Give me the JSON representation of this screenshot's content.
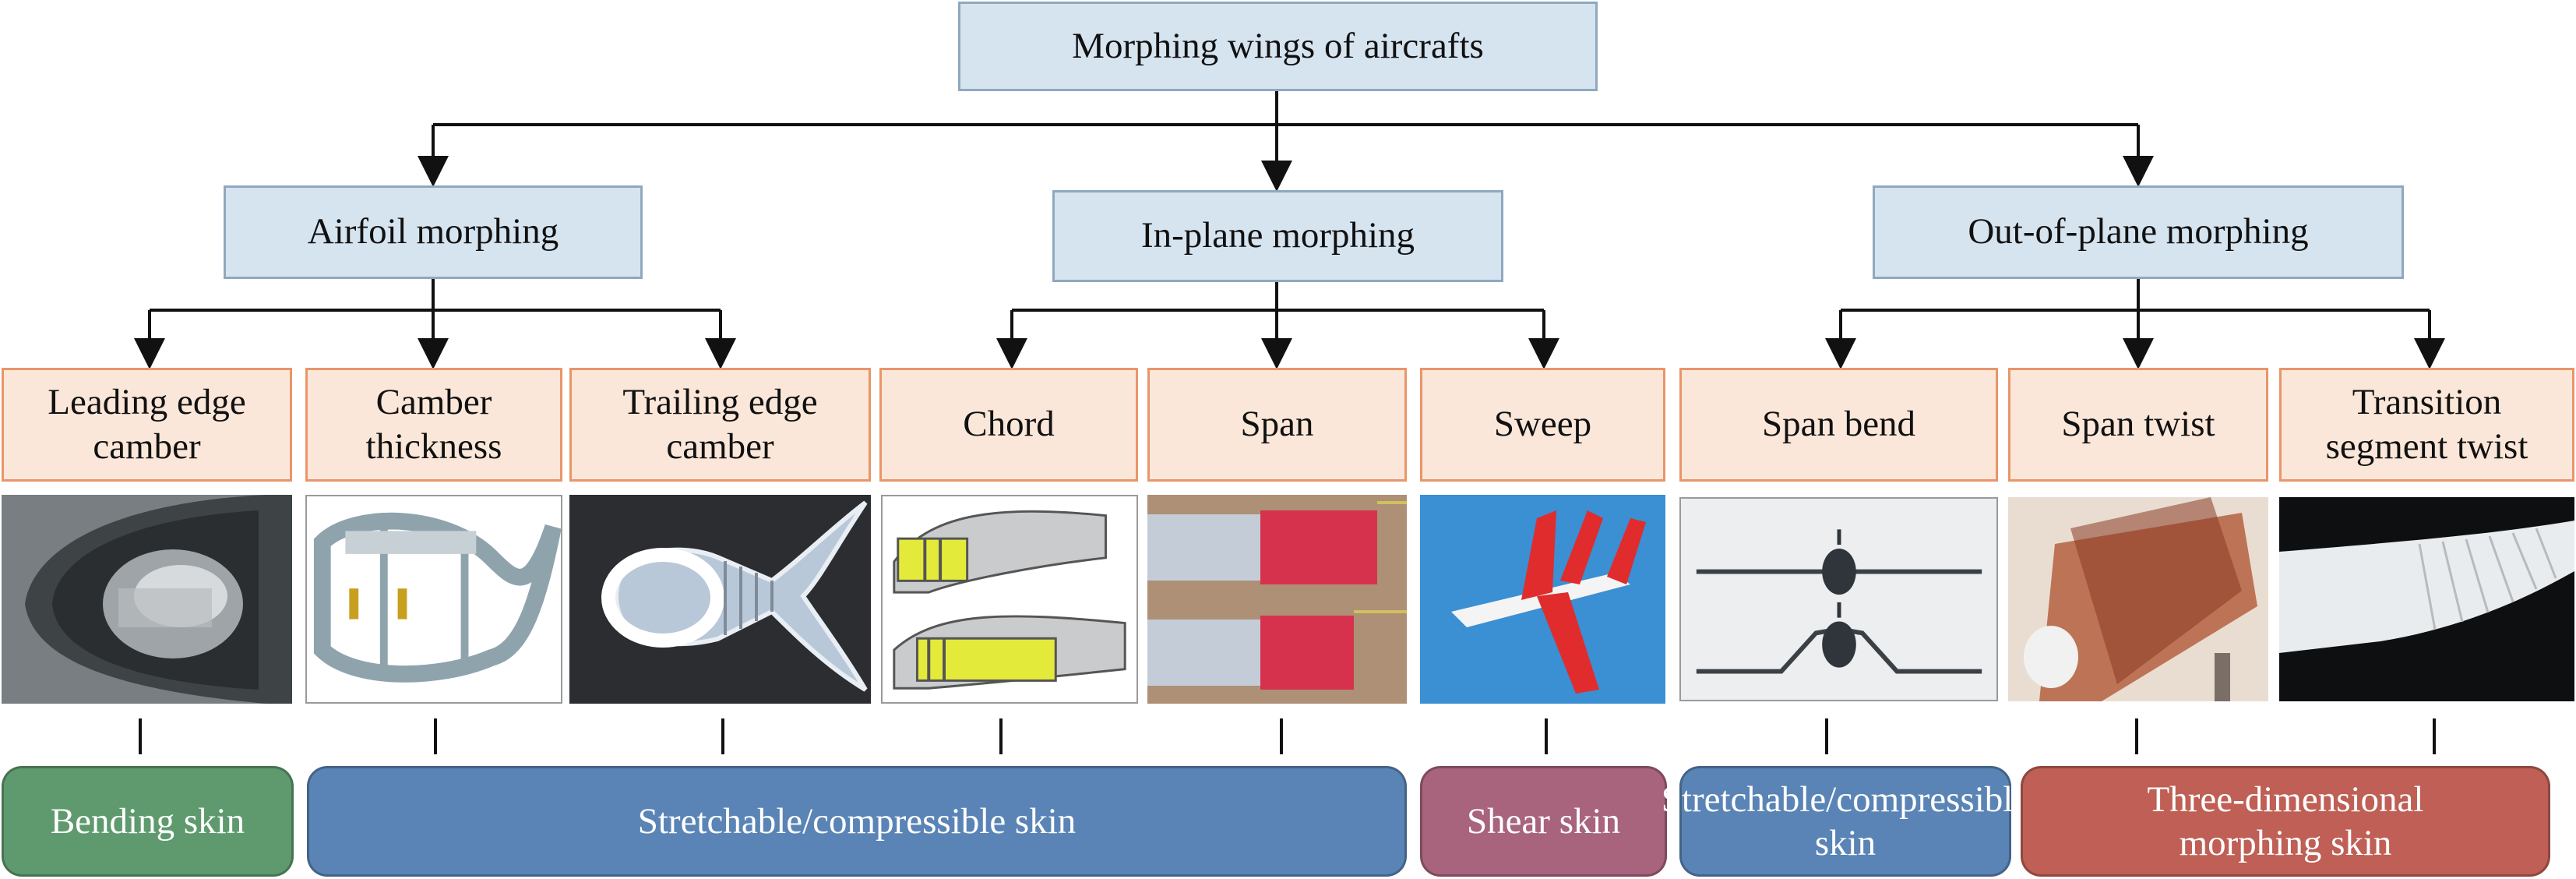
{
  "root": {
    "label": "Morphing wings of aircrafts"
  },
  "categories": [
    {
      "label": "Airfoil morphing"
    },
    {
      "label": "In-plane morphing"
    },
    {
      "label": "Out-of-plane morphing"
    }
  ],
  "types": [
    {
      "label": "Leading edge camber"
    },
    {
      "label": "Camber thickness"
    },
    {
      "label": "Trailing edge camber"
    },
    {
      "label": "Chord"
    },
    {
      "label": "Span"
    },
    {
      "label": "Sweep"
    },
    {
      "label": "Span bend"
    },
    {
      "label": "Span twist"
    },
    {
      "label": "Transition segment twist"
    }
  ],
  "skins": [
    {
      "label": "Bending skin",
      "color": "#5e9a6e"
    },
    {
      "label": "Stretchable/compressible skin",
      "color": "#5a84b5"
    },
    {
      "label": "Shear skin",
      "color": "#a8637d"
    },
    {
      "label": "Stretchable/compressible skin",
      "color": "#5a84b5"
    },
    {
      "label": "Three-dimensional morphing skin",
      "color": "#bf5f55"
    }
  ],
  "colors": {
    "connector": "#111111",
    "level2_fill": "#d6e4f0",
    "level3_fill": "#fbe7d9",
    "level3_border": "#e9956a"
  }
}
